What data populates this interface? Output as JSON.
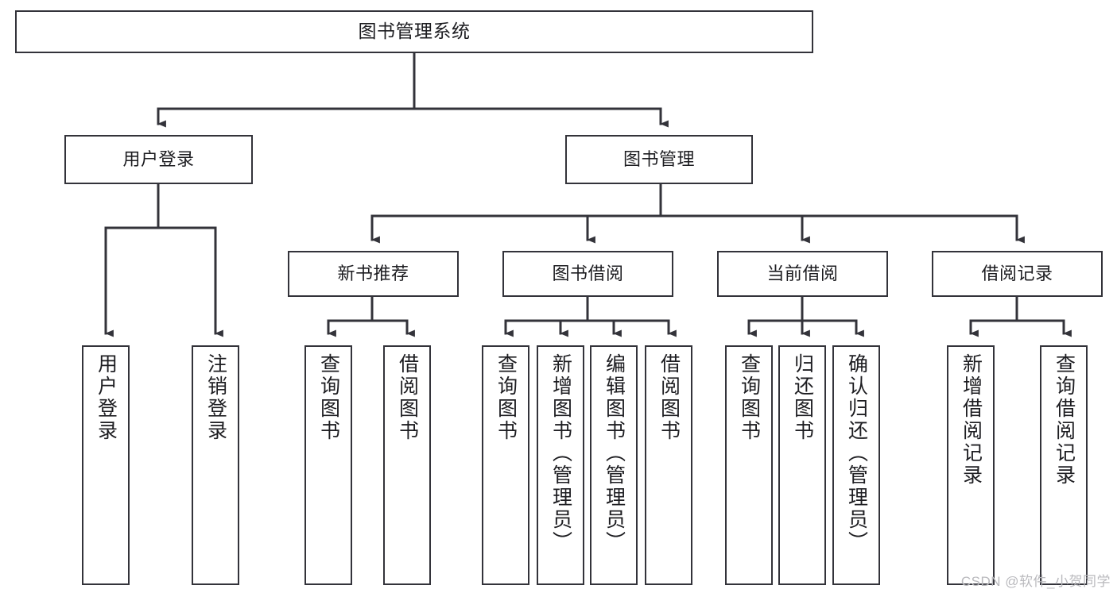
{
  "diagram": {
    "title": "图书管理系统",
    "type": "tree-hierarchy",
    "colors": {
      "box_border": "#33333a",
      "box_fill": "#ffffff",
      "edge": "#33333a",
      "text": "#1d1d21",
      "watermark": "#b9b9bd",
      "background": "#ffffff"
    },
    "root": {
      "label": "图书管理系统"
    },
    "level2": [
      {
        "label": "用户登录"
      },
      {
        "label": "图书管理"
      }
    ],
    "level3": [
      {
        "label": "新书推荐"
      },
      {
        "label": "图书借阅"
      },
      {
        "label": "当前借阅"
      },
      {
        "label": "借阅记录"
      }
    ],
    "leaves": [
      {
        "label": "用户登录",
        "parent": "用户登录"
      },
      {
        "label": "注销登录",
        "parent": "用户登录"
      },
      {
        "label": "查询图书",
        "parent": "新书推荐"
      },
      {
        "label": "借阅图书",
        "parent": "新书推荐"
      },
      {
        "label": "查询图书",
        "parent": "图书借阅"
      },
      {
        "label": "新增图书（管理员）",
        "parent": "图书借阅"
      },
      {
        "label": "编辑图书（管理员）",
        "parent": "图书借阅"
      },
      {
        "label": "借阅图书",
        "parent": "图书借阅"
      },
      {
        "label": "查询图书",
        "parent": "当前借阅"
      },
      {
        "label": "归还图书",
        "parent": "当前借阅"
      },
      {
        "label": "确认归还（管理员）",
        "parent": "当前借阅"
      },
      {
        "label": "新增借阅记录",
        "parent": "借阅记录"
      },
      {
        "label": "查询借阅记录",
        "parent": "借阅记录"
      }
    ]
  },
  "watermark": {
    "text": "CSDN @软件_小贺同学"
  }
}
